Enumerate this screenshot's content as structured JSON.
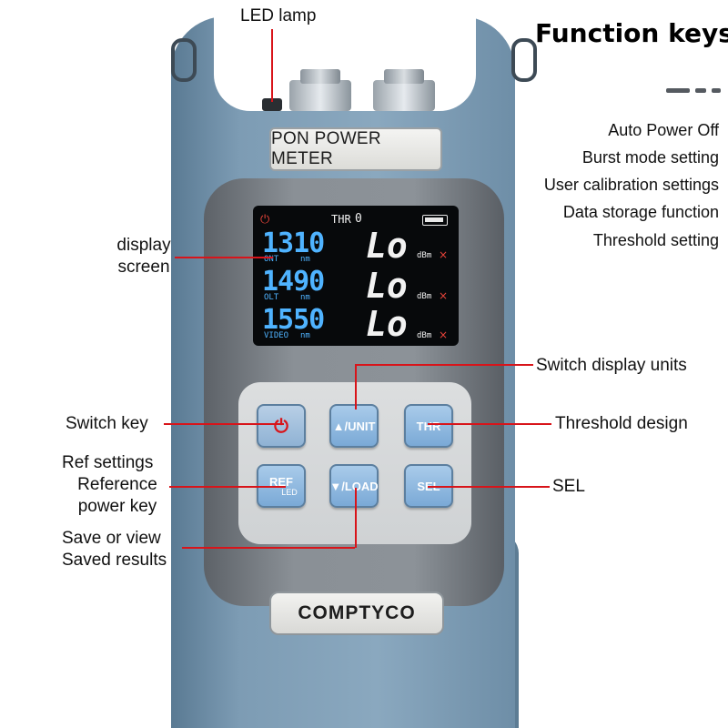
{
  "device": {
    "badge_text": "PON POWER METER",
    "brand_text": "COMPTYCO",
    "screen": {
      "thr_label": "THR",
      "thr_value": "0",
      "rows": [
        {
          "wavelength": "1310",
          "port": "ONT",
          "unit_nm": "nm",
          "reading": "Lo",
          "unit": "dBm",
          "status": "×"
        },
        {
          "wavelength": "1490",
          "port": "OLT",
          "unit_nm": "nm",
          "reading": "Lo",
          "unit": "dBm",
          "status": "×"
        },
        {
          "wavelength": "1550",
          "port": "VIDEO",
          "unit_nm": "nm",
          "reading": "Lo",
          "unit": "dBm",
          "status": "×"
        }
      ]
    },
    "keys": {
      "power": "⏻",
      "unit": "▲/UNIT",
      "thr": "THR",
      "ref": "REF",
      "ref_sub": "LED",
      "load": "▼/LOAD",
      "sel": "SEL"
    }
  },
  "annotations": {
    "led_lamp": "LED lamp",
    "display_screen_1": "display",
    "display_screen_2": "screen",
    "switch_display_units": "Switch display units",
    "switch_key": "Switch key",
    "threshold_design": "Threshold design",
    "ref_settings": "Ref settings",
    "reference_1": "Reference",
    "reference_2": "power key",
    "sel": "SEL",
    "save_view_1": "Save or view",
    "save_view_2": "Saved results"
  },
  "function_keys": {
    "title": "Function keys",
    "items": [
      "Auto Power Off",
      "Burst mode setting",
      "User calibration settings",
      "Data storage function",
      "Threshold setting"
    ]
  },
  "colors": {
    "accent_red": "#d8141a",
    "device_blue": "#7d9cb4",
    "screen_blue": "#4fb3ff"
  }
}
